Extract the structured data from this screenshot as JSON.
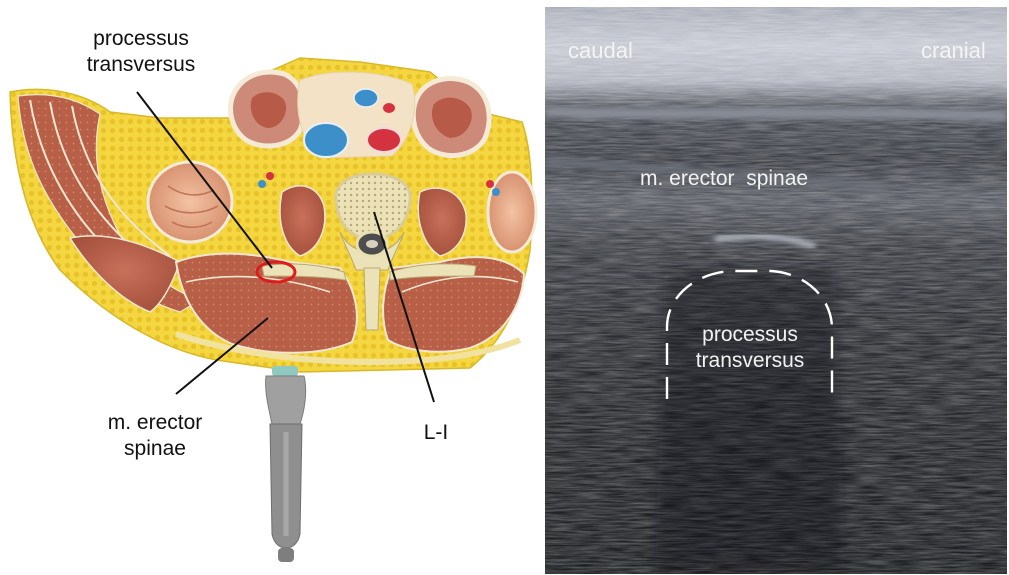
{
  "anatomy_panel": {
    "label_processus_line1": "processus",
    "label_processus_line2": "transversus",
    "label_erector_line1": "m. erector",
    "label_erector_line2": "spinae",
    "label_vertebra": "L-I"
  },
  "ultrasound_panel": {
    "label_caudal": "caudal",
    "label_cranial": "cranial",
    "label_erector": "m. erector  spinae",
    "label_processus_line1": "processus",
    "label_processus_line2": "transversus"
  },
  "colors": {
    "fat": "#f2d23a",
    "muscle": "#b9624a",
    "bone": "#e9dfb0",
    "vein": "#3b8fc8",
    "artery": "#d5323f",
    "highlight_ring": "#e01b1b",
    "probe": "#8f8f8f"
  }
}
